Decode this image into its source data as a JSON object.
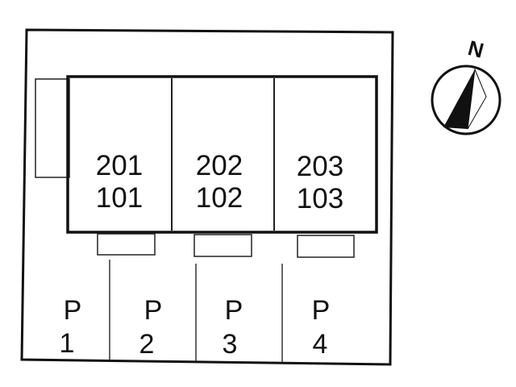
{
  "compass": {
    "label": "N",
    "icon": "north-arrow-icon"
  },
  "units": [
    {
      "upper": "201",
      "lower": "101"
    },
    {
      "upper": "202",
      "lower": "102"
    },
    {
      "upper": "203",
      "lower": "103"
    }
  ],
  "parking": [
    {
      "letter": "P",
      "number": "1"
    },
    {
      "letter": "P",
      "number": "2"
    },
    {
      "letter": "P",
      "number": "3"
    },
    {
      "letter": "P",
      "number": "4"
    }
  ],
  "colors": {
    "line": "#111111",
    "background": "#ffffff"
  }
}
